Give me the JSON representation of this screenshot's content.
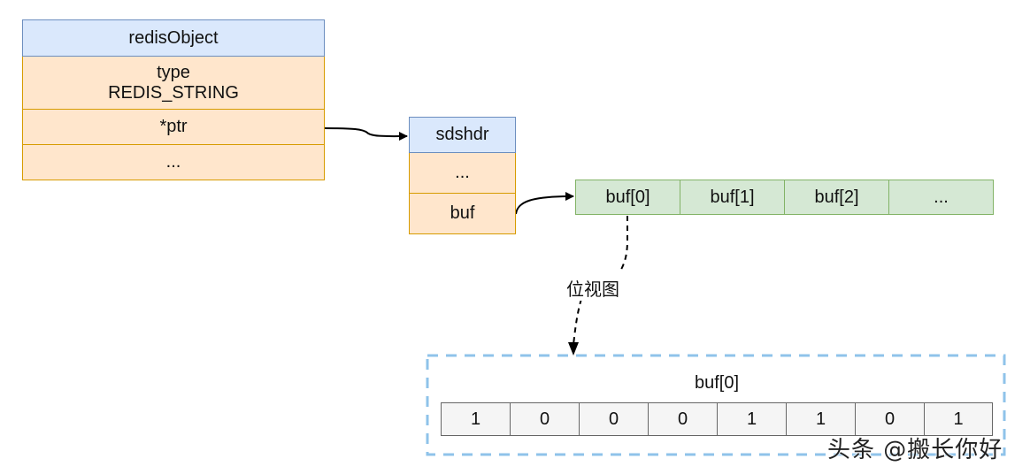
{
  "redis_object": {
    "title": "redisObject",
    "fields": [
      "type\nREDIS_STRING",
      "*ptr",
      "..."
    ]
  },
  "sdshdr": {
    "title": "sdshdr",
    "fields": [
      "...",
      "buf"
    ]
  },
  "buf_array": {
    "cells": [
      "buf[0]",
      "buf[1]",
      "buf[2]",
      "..."
    ]
  },
  "bitmap_edge_label": "位视图",
  "bitmap": {
    "title": "buf[0]",
    "bits": [
      "1",
      "0",
      "0",
      "0",
      "1",
      "1",
      "0",
      "1"
    ]
  },
  "watermark": "头条 @搬长你好",
  "colors": {
    "header_fill": "#dae8fc",
    "header_stroke": "#6c8ebf",
    "field_fill": "#ffe6cc",
    "field_stroke": "#d79b00",
    "buf_fill": "#d5e8d4",
    "buf_stroke": "#82b366",
    "container_stroke": "#8fc3ea",
    "bit_fill": "#f5f5f5",
    "bit_stroke": "#666666"
  }
}
